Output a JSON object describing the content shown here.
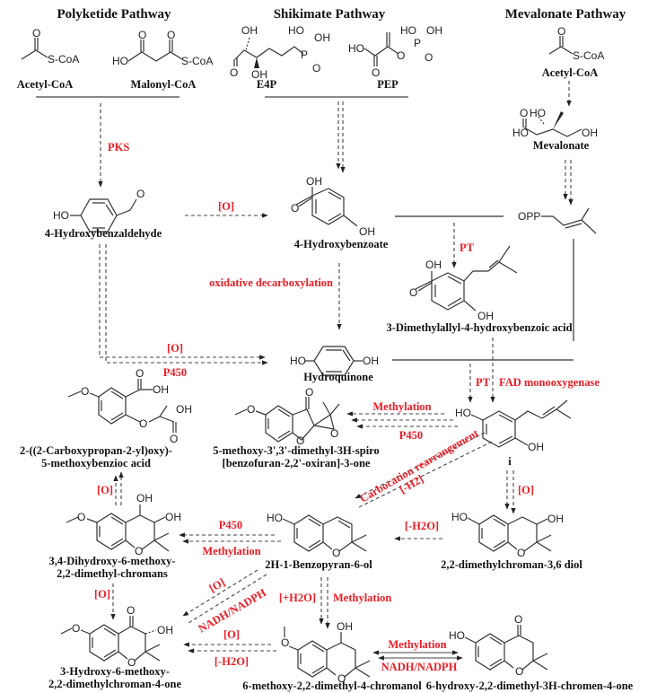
{
  "pathways": {
    "polyketide": "Polyketide Pathway",
    "shikimate": "Shikimate Pathway",
    "mevalonate": "Mevalonate Pathway"
  },
  "compounds": {
    "acetyl_coa_pk": "Acetyl-CoA",
    "malonyl_coa": "Malonyl-CoA",
    "e4p": "E4P",
    "pep": "PEP",
    "acetyl_coa_mv": "Acetyl-CoA",
    "mevalonate": "Mevalonate",
    "hydroxybenzaldehyde": "4-Hydroxybenzaldehyde",
    "hydroxybenzoate": "4-Hydroxybenzoate",
    "dimethylallyl_acid": "3-Dimethylallyl-4-hydroxybenzoic acid",
    "hydroquinone": "Hydroquinone",
    "carboxypropan_1": "2-((2-Carboxypropan-2-yl)oxy)-",
    "carboxypropan_2": "5-methoxybenzioc acid",
    "spiro_1": "5-methoxy-3',3'-dimethyl-3H-spiro",
    "spiro_2": "[benzofuran-2,2'-oxiran]-3-one",
    "intermediate_i": "i",
    "dihydroxy_chroman_1": "3,4-Dihydroxy-6-methoxy-",
    "dihydroxy_chroman_2": "2,2-dimethyl-chromans",
    "benzopyranol": "2H-1-Benzopyran-6-ol",
    "chroman_diol": "2,2-dimethylchroman-3,6 diol",
    "hydroxy_chromanone_1": "3-Hydroxy-6-methoxy-",
    "hydroxy_chromanone_2": "2,2-dimethylchroman-4-one",
    "chromanol": "6-methoxy-2,2-dimethyl-4-chromanol",
    "chromenone": "6-hydroxy-2,2-dimethyl-3H-chromen-4-one"
  },
  "atoms": {
    "o": "O",
    "oh": "OH",
    "ho": "HO",
    "scoa": "S-CoA",
    "p": "P",
    "opp": "OPP"
  },
  "reactions": {
    "pks": "PKS",
    "oxid_1": "[O]",
    "pt_1": "PT",
    "oxidative_decarboxylation": "oxidative decarboxylation",
    "oxid_2": "[O]",
    "p450_1": "P450",
    "pt_2": "PT",
    "fad": "FAD monooxygenase",
    "methylation_1": "Methylation",
    "p450_2": "P450",
    "carbocation": "Carbocation rearrangement",
    "minus_h2": "[-H2]",
    "oxid_3": "[O]",
    "oxid_4": "[O]",
    "p450_3": "P450",
    "methylation_2": "Methylation",
    "minus_h2o_1": "[-H2O]",
    "oxid_5": "[O]",
    "oxid_6": "[O]",
    "nadh_1": "NADH/NADPH",
    "plus_h2o": "[+H2O]",
    "methylation_3": "Methylation",
    "oxid_7": "[O]",
    "minus_h2o_2": "[-H2O]",
    "methylation_4": "Methylation",
    "nadh_2": "NADH/NADPH"
  },
  "colors": {
    "reaction_label": "#ee1c24",
    "structure": "#333333"
  }
}
